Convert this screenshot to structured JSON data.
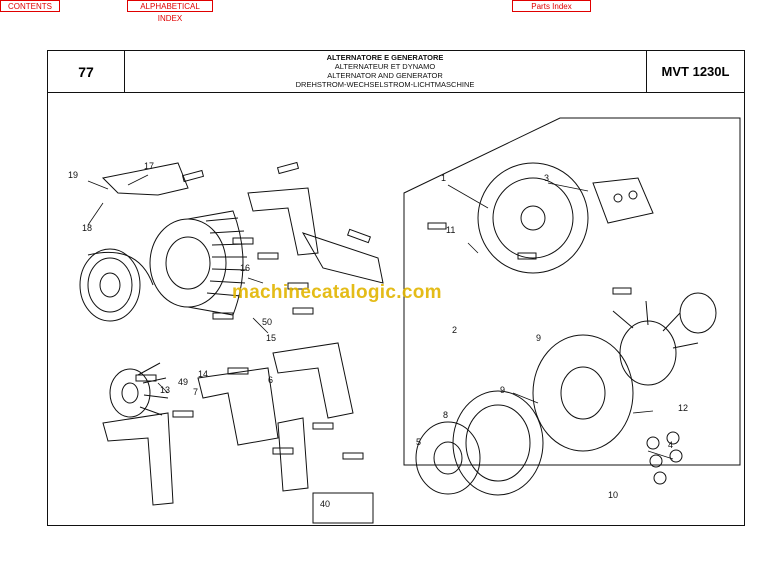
{
  "nav": {
    "contents": "CONTENTS",
    "alphabetical_index": "ALPHABETICAL INDEX",
    "parts_index": "Parts Index"
  },
  "header": {
    "page_number": "77",
    "title_it": "ALTERNATORE E GENERATORE",
    "title_fr": "ALTERNATEUR ET DYNAMO",
    "title_en": "ALTERNATOR AND GENERATOR",
    "title_de": "DREHSTROM-WECHSELSTROM-LICHTMASCHINE",
    "model": "MVT 1230L"
  },
  "watermark": "machinecatalogic.com",
  "callouts_left": [
    "19",
    "17",
    "18",
    "16",
    "50",
    "15",
    "13",
    "49",
    "14",
    "7",
    "6",
    "40"
  ],
  "callouts_right": [
    "1",
    "3",
    "11",
    "2",
    "9",
    "9",
    "8",
    "12",
    "5",
    "4",
    "10"
  ],
  "colors": {
    "nav_red": "#e00000",
    "watermark": "#e2b500",
    "ink": "#111111"
  }
}
